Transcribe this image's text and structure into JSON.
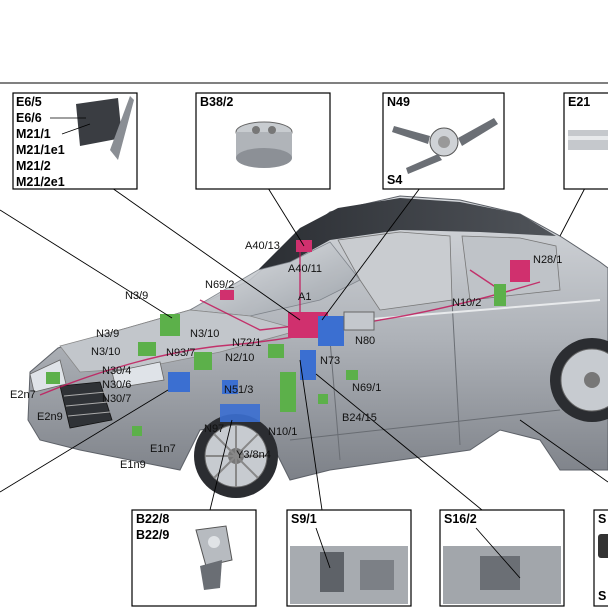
{
  "insets": [
    {
      "id": "mirror",
      "lines": [
        "E6/5",
        "E6/6",
        "M21/1",
        "M21/1e1",
        "M21/2",
        "M21/2e1"
      ]
    },
    {
      "id": "b38",
      "lines": [
        "B38/2"
      ]
    },
    {
      "id": "n49",
      "lines": [
        "N49"
      ],
      "extra": "S4"
    },
    {
      "id": "e21",
      "lines": [
        "E21"
      ]
    },
    {
      "id": "b22",
      "lines": [
        "B22/8",
        "B22/9"
      ]
    },
    {
      "id": "s9",
      "lines": [
        "S9/1"
      ]
    },
    {
      "id": "s16",
      "lines": [
        "S16/2"
      ]
    },
    {
      "id": "s_right",
      "lines": [
        "S"
      ],
      "extra": "S"
    }
  ],
  "labels": [
    {
      "id": "A40/13",
      "text": "A40/13"
    },
    {
      "id": "A40/11",
      "text": "A40/11"
    },
    {
      "id": "N69/2",
      "text": "N69/2"
    },
    {
      "id": "N3/9a",
      "text": "N3/9"
    },
    {
      "id": "A1",
      "text": "A1"
    },
    {
      "id": "N28/1",
      "text": "N28/1"
    },
    {
      "id": "N10/2",
      "text": "N10/2"
    },
    {
      "id": "N3/9b",
      "text": "N3/9"
    },
    {
      "id": "N3/10a",
      "text": "N3/10"
    },
    {
      "id": "N72/1",
      "text": "N72/1"
    },
    {
      "id": "N80",
      "text": "N80"
    },
    {
      "id": "N3/10b",
      "text": "N3/10"
    },
    {
      "id": "N93/7",
      "text": "N93/7"
    },
    {
      "id": "N2/10",
      "text": "N2/10"
    },
    {
      "id": "N73",
      "text": "N73"
    },
    {
      "id": "N30/4",
      "text": "N30/4"
    },
    {
      "id": "N30/6",
      "text": "N30/6"
    },
    {
      "id": "N30/7",
      "text": "N30/7"
    },
    {
      "id": "N51/3",
      "text": "N51/3"
    },
    {
      "id": "N69/1",
      "text": "N69/1"
    },
    {
      "id": "E2n7",
      "text": "E2n7"
    },
    {
      "id": "E2n9",
      "text": "E2n9"
    },
    {
      "id": "B24/15",
      "text": "B24/15"
    },
    {
      "id": "N97",
      "text": "N97"
    },
    {
      "id": "N10/1",
      "text": "N10/1"
    },
    {
      "id": "E1n7",
      "text": "E1n7"
    },
    {
      "id": "Y3/8n4",
      "text": "Y3/8n4"
    },
    {
      "id": "E1n9",
      "text": "E1n9"
    }
  ],
  "colors": {
    "car_body": "#a9adb3",
    "car_dark": "#6f747b",
    "module_blue": "#3b6fd1",
    "module_green": "#5cb04a",
    "module_magenta": "#d0306e",
    "wiring_red": "#c2185b",
    "outline": "#000000"
  }
}
